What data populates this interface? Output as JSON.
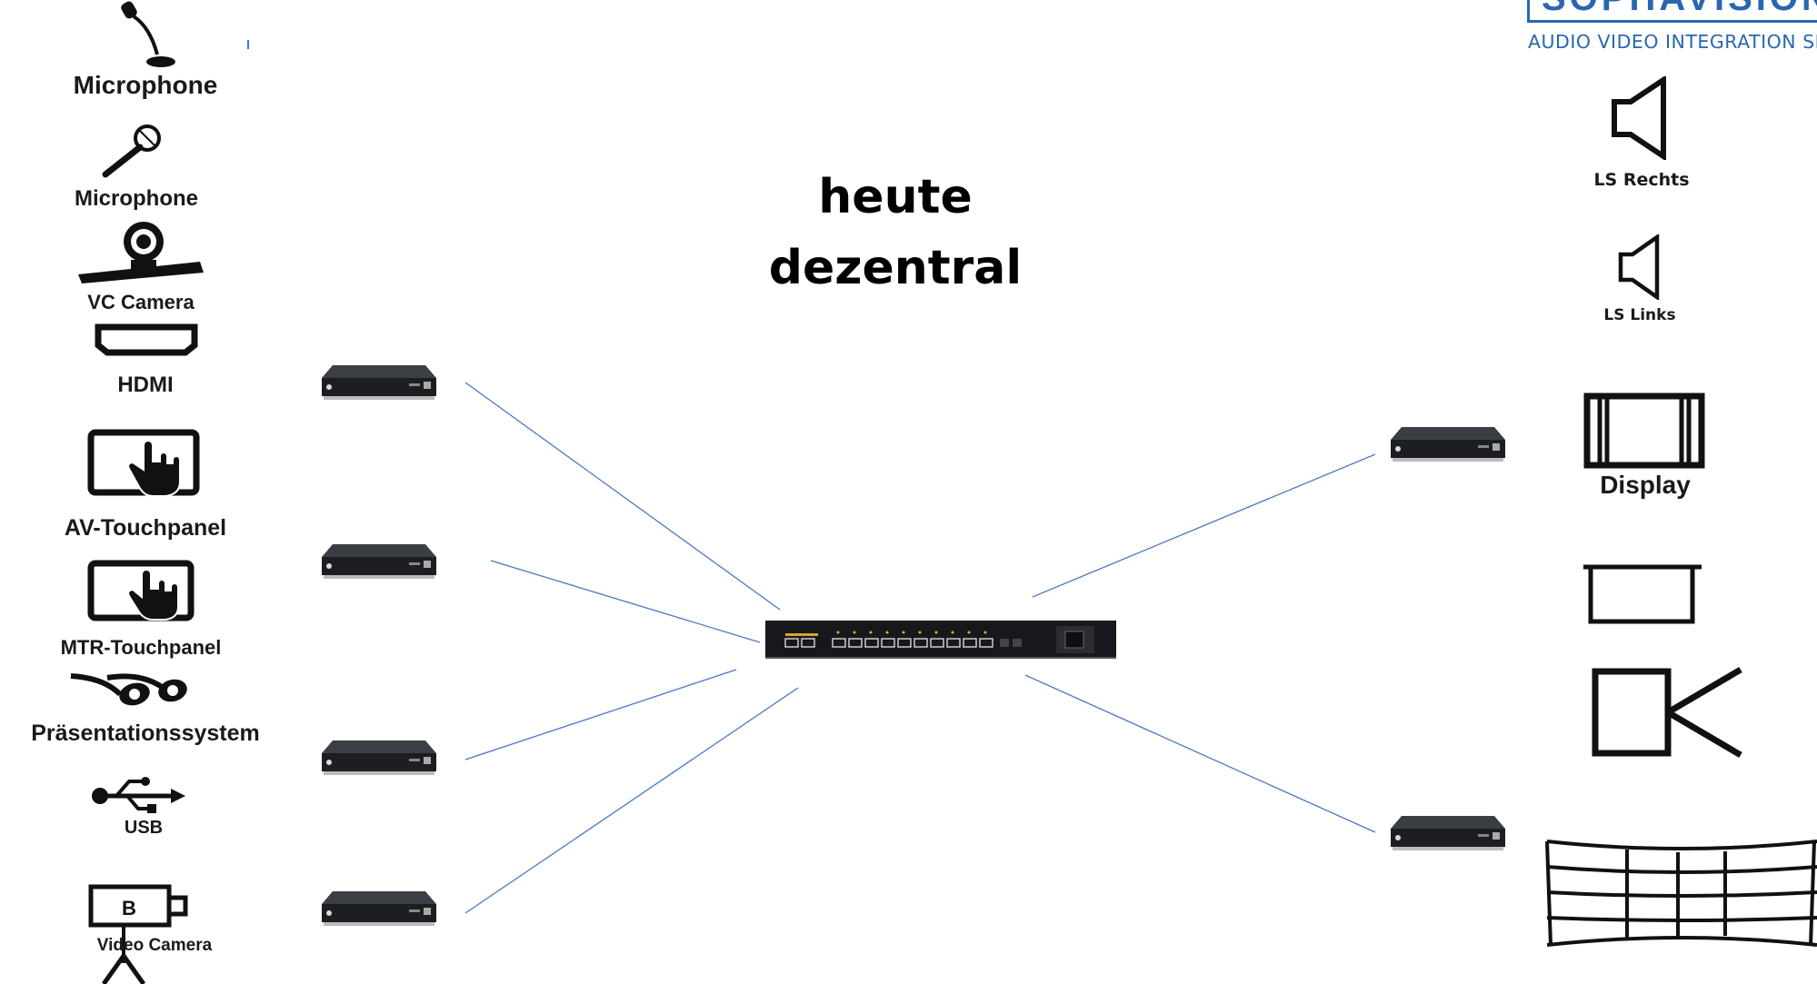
{
  "title": {
    "line1": "heute",
    "line2": "dezentral"
  },
  "brand": {
    "name": "SOPHAVISION",
    "tagline": "AUDIO VIDEO INTEGRATION SERVICES"
  },
  "left_devices": [
    {
      "icon": "gooseneck-microphone-icon",
      "label": "Microphone"
    },
    {
      "icon": "handheld-microphone-icon",
      "label": "Microphone"
    },
    {
      "icon": "vc-camera-icon",
      "label": "VC Camera"
    },
    {
      "icon": "hdmi-icon",
      "label": "HDMI"
    },
    {
      "icon": "touchpanel-icon",
      "label": "AV-Touchpanel"
    },
    {
      "icon": "touchpanel-icon",
      "label": "MTR-Touchpanel"
    },
    {
      "icon": "presentation-dongle-icon",
      "label": "Präsentationssystem"
    },
    {
      "icon": "usb-icon",
      "label": "USB"
    },
    {
      "icon": "video-camera-icon",
      "label": "Video Camera"
    }
  ],
  "right_devices": [
    {
      "icon": "speaker-icon",
      "label": "LS Rechts"
    },
    {
      "icon": "speaker-icon",
      "label": "LS Links"
    },
    {
      "icon": "display-icon",
      "label": "Display"
    },
    {
      "icon": "projection-screen-icon",
      "label": ""
    },
    {
      "icon": "projector-camera-icon",
      "label": ""
    },
    {
      "icon": "video-wall-icon",
      "label": ""
    }
  ],
  "center_device": {
    "icon": "network-switch-icon"
  },
  "colors": {
    "line": "#4a78c2",
    "brand": "#2a66b0",
    "device": "#1c1e22"
  }
}
